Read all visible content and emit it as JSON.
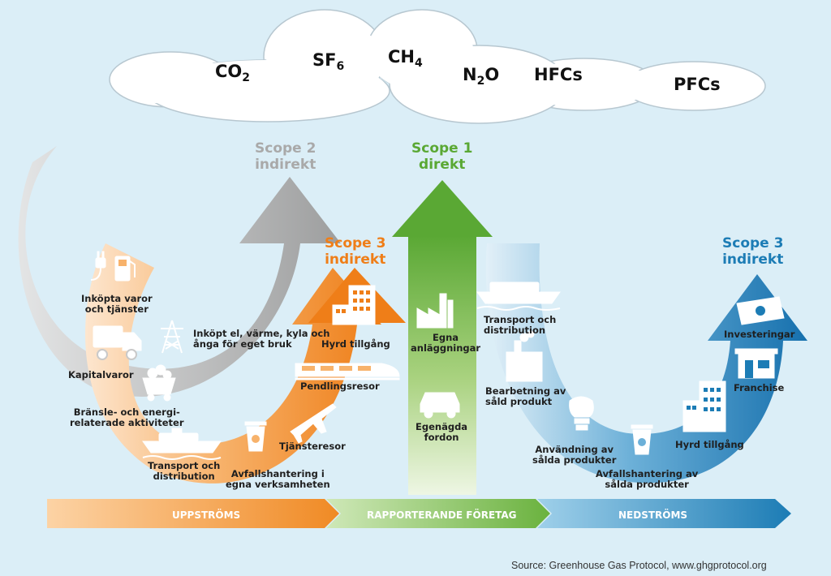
{
  "gases": {
    "co2": {
      "base": "CO",
      "sub": "2"
    },
    "sf6": {
      "base": "SF",
      "sub": "6"
    },
    "ch4": {
      "base": "CH",
      "sub": "4"
    },
    "n2o": {
      "base1": "N",
      "sub": "2",
      "base2": "O"
    },
    "hfcs": "HFCs",
    "pfcs": "PFCs"
  },
  "scopes": {
    "scope2": {
      "title": "Scope 2",
      "sub": "indirekt",
      "color": "#a9a9a9"
    },
    "scope1": {
      "title": "Scope 1",
      "sub": "direkt",
      "color": "#6ab23e"
    },
    "scope3_up": {
      "title": "Scope 3",
      "sub": "indirekt",
      "color": "#f08a24"
    },
    "scope3_down": {
      "title": "Scope 3",
      "sub": "indirekt",
      "color": "#1c7cb5"
    }
  },
  "upstream": {
    "purchased_goods": [
      "Inköpta varor",
      "och tjänster"
    ],
    "capital_goods": "Kapitalvaror",
    "fuel_energy": [
      "Bränsle- och energi-",
      "relaterade aktiviteter"
    ],
    "transport": [
      "Transport och",
      "distribution"
    ],
    "waste": [
      "Avfallshantering i",
      "egna verksamheten"
    ],
    "business_travel": "Tjänsteresor",
    "commuting": "Pendlingsresor",
    "leased_assets": "Hyrd tillgång",
    "purchased_energy": [
      "Inköpt el, värme, kyla och",
      "ånga för eget bruk"
    ]
  },
  "direct": {
    "facilities": [
      "Egna",
      "anläggningar"
    ],
    "vehicles": [
      "Egenägda",
      "fordon"
    ]
  },
  "downstream": {
    "transport": [
      "Transport och",
      "distribution"
    ],
    "processing": [
      "Bearbetning av",
      "såld produkt"
    ],
    "use": [
      "Användning av",
      "sålda produkter"
    ],
    "end_of_life": [
      "Avfallshantering av",
      "sålda produkter"
    ],
    "leased_assets": "Hyrd tillgång",
    "franchise": "Franchise",
    "investments": "Investeringar"
  },
  "bar": {
    "upstream": "UPPSTRÖMS",
    "reporting": "RAPPORTERANDE FÖRETAG",
    "downstream": "NEDSTRÖMS"
  },
  "source": "Source: Greenhouse Gas Protocol, www.ghgprotocol.org",
  "colors": {
    "background": "#dbeef7",
    "grey": "#a9a9a9",
    "green": "#6ab23e",
    "orange": "#f08a24",
    "blue": "#1c7cb5"
  }
}
